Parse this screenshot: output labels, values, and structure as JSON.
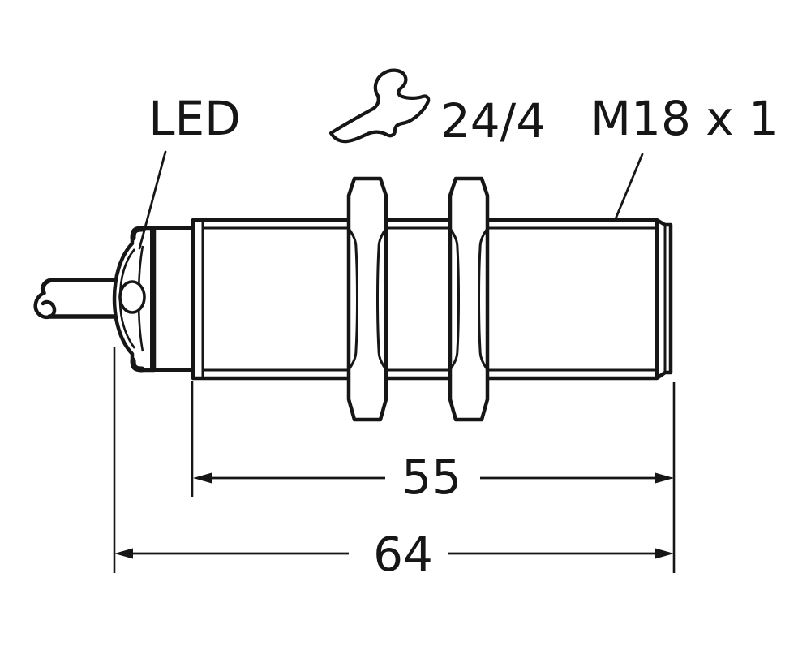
{
  "labels": {
    "led": "LED",
    "wrench_size": "24/4",
    "thread_spec": "M18 x 1"
  },
  "dimensions": {
    "barrel_length": "55",
    "overall_length": "64"
  },
  "icons": {
    "wrench": "wrench-icon"
  },
  "colors": {
    "line": "#161616",
    "background": "#ffffff"
  }
}
